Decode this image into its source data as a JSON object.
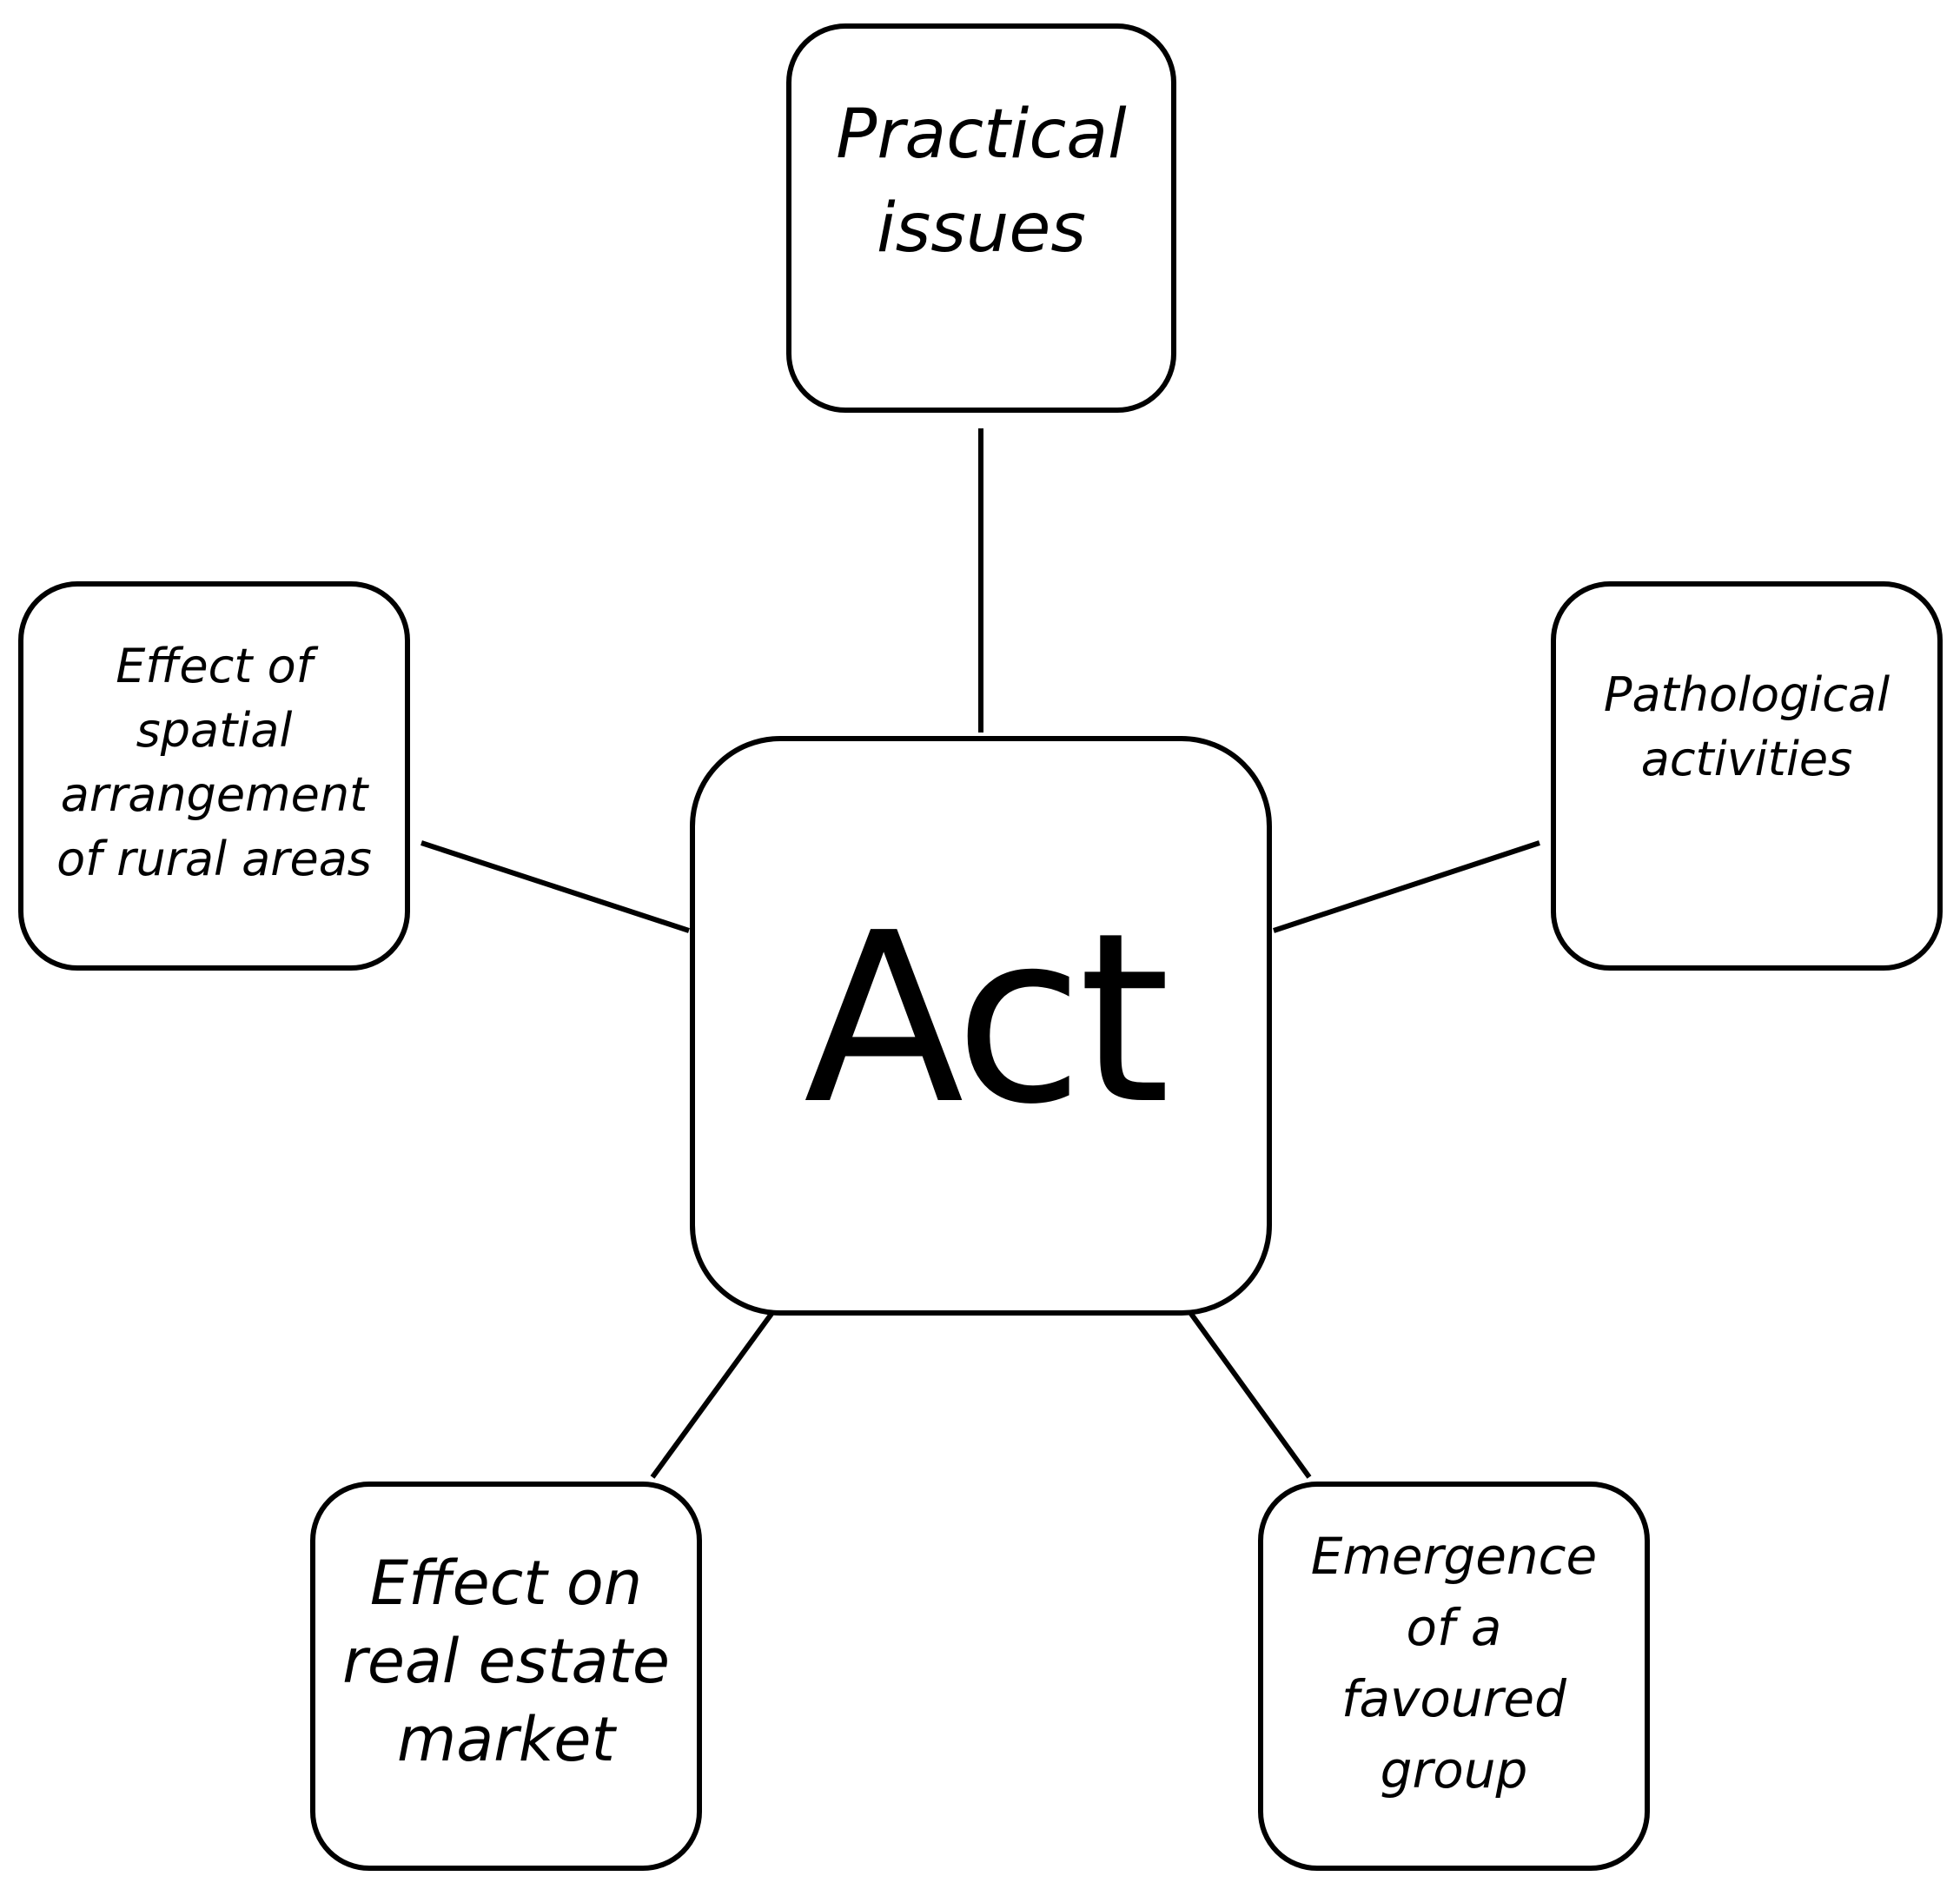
{
  "diagram": {
    "center": {
      "label": "Act"
    },
    "nodes": {
      "top": {
        "label": "Practical\nissues"
      },
      "left": {
        "label": "Effect of\nspatial\narrangement\nof rural areas"
      },
      "right": {
        "label": "Pathological\nactivities"
      },
      "bottom_left": {
        "label": "Effect on\nreal estate\nmarket"
      },
      "bottom_right": {
        "label": "Emergence\nof a\nfavoured\ngroup"
      }
    },
    "colors": {
      "stroke": "#000000",
      "background": "#ffffff"
    }
  }
}
